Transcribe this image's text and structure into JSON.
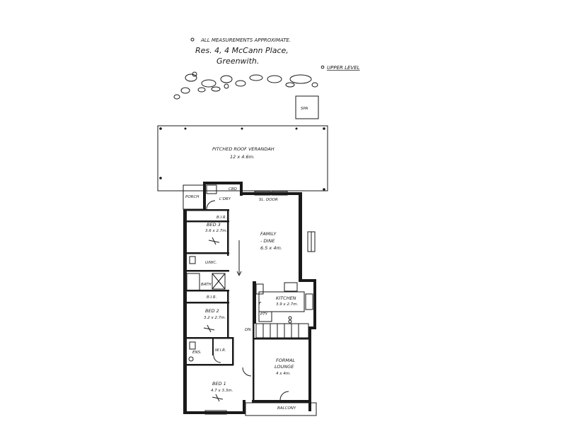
{
  "header": {
    "note": "ALL MEASUREMENTS APPROXIMATE.",
    "address_line1": "Res. 4, 4 McCann Place,",
    "address_line2": "Greenwith.",
    "level": "UPPER LEVEL"
  },
  "rooms": {
    "spa": "SPA",
    "verandah": "PITCHED ROOF VERANDAH",
    "verandah_size": "12 x 4.6m.",
    "porch": "PORCH",
    "cbd": "CBD",
    "laundry": "L'DRY",
    "sl_door": "SL. DOOR",
    "bir1": "B.I.R.",
    "bed3": "BED 3",
    "bed3_size": "3.6 x 2.7m.",
    "family_dine": "FAMILY",
    "family_dine2": "- DINE",
    "family_size": "6.5 x 4m.",
    "wc": "U/WC.",
    "bath": "BATH",
    "bir2": "B.I.R.",
    "kitchen": "KITCHEN",
    "kitchen_size": "3.9 x 2.7m.",
    "pty": "PTY",
    "f": "F",
    "bed2": "BED 2",
    "bed2_size": "3.2 x 2.7m.",
    "dn": "DN.",
    "ens": "ENS.",
    "wir": "W.I.R.",
    "formal_lounge": "FORMAL",
    "formal_lounge2": "LOUNGE",
    "formal_size": "4 x 4m.",
    "bed1": "BED 1",
    "bed1_size": "4.7 x 3.3m.",
    "balcony": "BALCONY"
  }
}
